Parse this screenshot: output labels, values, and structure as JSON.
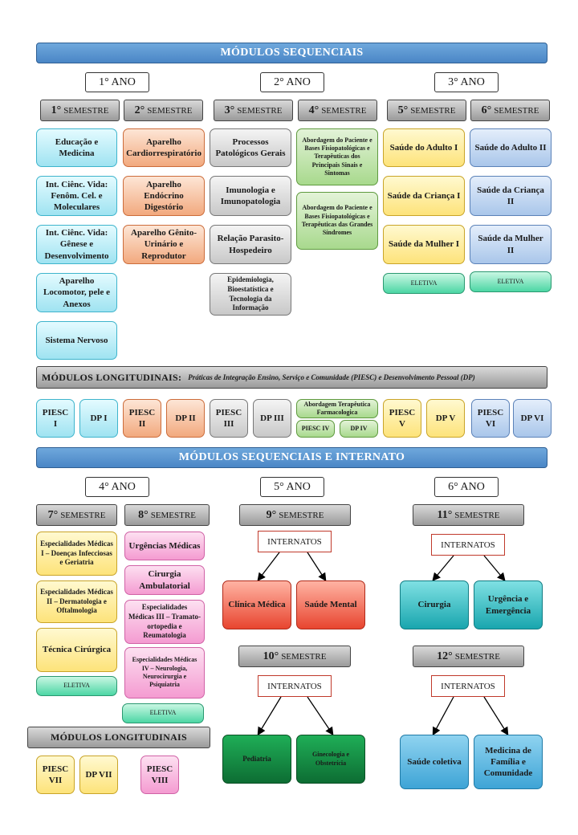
{
  "section1": {
    "title": "MÓDULOS SEQUENCIAIS"
  },
  "years_top": [
    "1° ANO",
    "2° ANO",
    "3° ANO"
  ],
  "semesters_top": [
    {
      "n": "1°",
      "label": "SEMESTRE"
    },
    {
      "n": "2°",
      "label": "SEMESTRE"
    },
    {
      "n": "3°",
      "label": "SEMESTRE"
    },
    {
      "n": "4°",
      "label": "SEMESTRE"
    },
    {
      "n": "5°",
      "label": "SEMESTRE"
    },
    {
      "n": "6°",
      "label": "SEMESTRE"
    }
  ],
  "sem1": [
    "Educação e Medicina",
    "Int. Ciênc. Vida: Fenôm. Cel. e Moleculares",
    "Int. Ciênc. Vida: Gênese e Desenvolvimento",
    "Aparelho Locomotor, pele e Anexos",
    "Sistema Nervoso"
  ],
  "sem2": [
    "Aparelho Cardiorrespiratório",
    "Aparelho Endócrino Digestório",
    "Aparelho Gênito-Urinário e Reprodutor"
  ],
  "sem3": [
    "Processos Patológicos Gerais",
    "Imunologia e Imunopatologia",
    "Relação Parasito-Hospedeiro",
    "Epidemiologia, Bioestatística e Tecnologia da Informação"
  ],
  "sem4": [
    "Abordagem do Paciente e Bases Fisiopatológicas e Terapêuticas dos Principais Sinais e Sintomas",
    "Abordagem do Paciente e Bases Fisiopatológicas e Terapêuticas das Grandes Síndromes"
  ],
  "sem5": [
    "Saúde do Adulto I",
    "Saúde da Criança I",
    "Saúde da Mulher I",
    "ELETIVA"
  ],
  "sem6": [
    "Saúde do Adulto II",
    "Saúde da Criança II",
    "Saúde da Mulher II",
    "ELETIVA"
  ],
  "longitudinal1": {
    "title": "MÓDULOS LONGITUDINAIS:",
    "subtitle": "Práticas de Integração Ensino, Serviço e Comunidade (PIESC) e Desenvolvimento Pessoal (DP)"
  },
  "piesc_row": {
    "p1": "PIESC I",
    "d1": "DP I",
    "p2": "PIESC II",
    "d2": "DP II",
    "p3": "PIESC III",
    "d3": "DP III",
    "atf": "Abordagem Terapêutica Farmacologica",
    "p4": "PIESC IV",
    "d4": "DP IV",
    "p5": "PIESC V",
    "d5": "DP V",
    "p6": "PIESC VI",
    "d6": "DP VI"
  },
  "section2": {
    "title": "MÓDULOS SEQUENCIAIS E INTERNATO"
  },
  "years_bottom": [
    "4° ANO",
    "5° ANO",
    "6° ANO"
  ],
  "semesters_bottom": [
    {
      "n": "7°",
      "label": "SEMESTRE"
    },
    {
      "n": "8°",
      "label": "SEMESTRE"
    },
    {
      "n": "9°",
      "label": "SEMESTRE"
    },
    {
      "n": "11°",
      "label": "SEMESTRE"
    },
    {
      "n": "10°",
      "label": "SEMESTRE"
    },
    {
      "n": "12°",
      "label": "SEMESTRE"
    }
  ],
  "sem7": [
    "Especialidades Médicas I – Doenças Infecciosas e Geriatria",
    "Especialidades Médicas II – Dermatologia e Oftalmologia",
    "Técnica Cirúrgica",
    "ELETIVA"
  ],
  "sem8": [
    "Urgências Médicas",
    "Cirurgia Ambulatorial",
    "Especialidades Médicas III – Tramato-ortopedia e Reumatologia",
    "Especialidades Médicas IV – Neurologia, Neurocirurgia e Psiquiatria",
    "ELETIVA"
  ],
  "internato_label": "INTERNATOS",
  "sem9": [
    "Clínica Médica",
    "Saúde Mental"
  ],
  "sem10": [
    "Pediatria",
    "Ginecologia e Obstetrícia"
  ],
  "sem11": [
    "Cirurgia",
    "Urgência e Emergência"
  ],
  "sem12": [
    "Saúde coletiva",
    "Medicina de Família e Comunidade"
  ],
  "longitudinal2": {
    "title": "MÓDULOS LONGITUDINAIS"
  },
  "piesc_bottom": {
    "p7": "PIESC VII",
    "d7": "DP VII",
    "p8": "PIESC VIII"
  }
}
